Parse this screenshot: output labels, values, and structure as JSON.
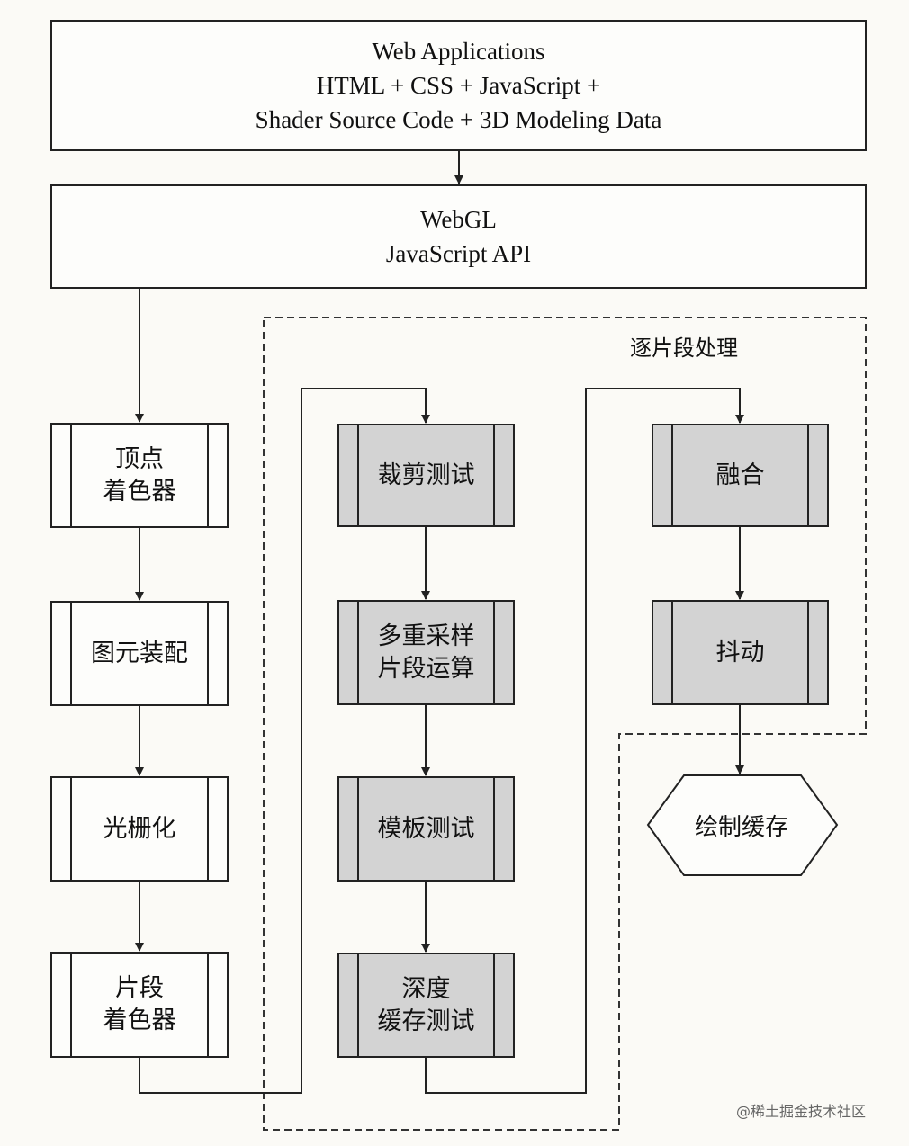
{
  "top_box": {
    "line1": "Web Applications",
    "line2": "HTML + CSS + JavaScript +",
    "line3": "Shader Source Code + 3D Modeling Data"
  },
  "webgl_box": {
    "line1": "WebGL",
    "line2": "JavaScript API"
  },
  "pipeline": {
    "vertex_shader": [
      "顶点",
      "着色器"
    ],
    "primitive_assembly": "图元装配",
    "rasterization": "光栅化",
    "fragment_shader": [
      "片段",
      "着色器"
    ]
  },
  "per_fragment": {
    "title": "逐片段处理",
    "scissor_test": "裁剪测试",
    "multisample": [
      "多重采样",
      "片段运算"
    ],
    "stencil_test": "模板测试",
    "depth_test": [
      "深度",
      "缓存测试"
    ],
    "blending": "融合",
    "dithering": "抖动"
  },
  "framebuffer": "绘制缓存",
  "watermark": "@稀土掘金技术社区",
  "colors": {
    "line": "#222222",
    "gray_fill": "#d3d3d3",
    "background": "#fbfaf6"
  }
}
